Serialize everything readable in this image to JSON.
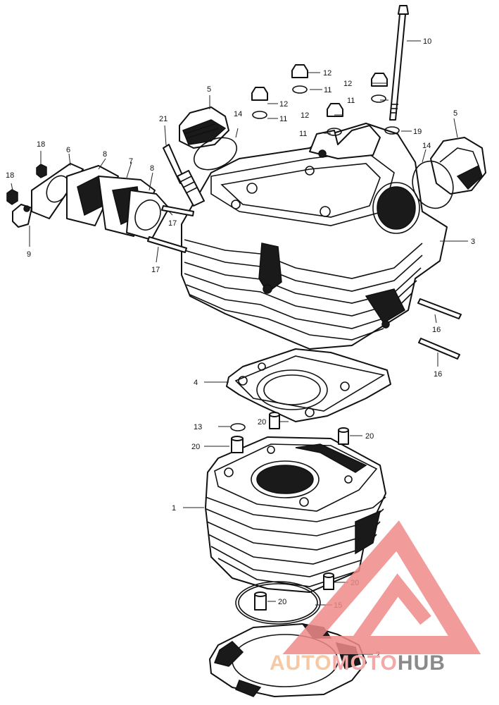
{
  "callouts": [
    {
      "id": "c1",
      "label": "1"
    },
    {
      "id": "c2",
      "label": "2"
    },
    {
      "id": "c3",
      "label": "3"
    },
    {
      "id": "c4",
      "label": "4"
    },
    {
      "id": "c5a",
      "label": "5"
    },
    {
      "id": "c5b",
      "label": "5"
    },
    {
      "id": "c6",
      "label": "6"
    },
    {
      "id": "c7",
      "label": "7"
    },
    {
      "id": "c8a",
      "label": "8"
    },
    {
      "id": "c8b",
      "label": "8"
    },
    {
      "id": "c9",
      "label": "9"
    },
    {
      "id": "c10",
      "label": "10"
    },
    {
      "id": "c11a",
      "label": "11"
    },
    {
      "id": "c11b",
      "label": "11"
    },
    {
      "id": "c11c",
      "label": "11"
    },
    {
      "id": "c11d",
      "label": "11"
    },
    {
      "id": "c12a",
      "label": "12"
    },
    {
      "id": "c12b",
      "label": "12"
    },
    {
      "id": "c12c",
      "label": "12"
    },
    {
      "id": "c12d",
      "label": "12"
    },
    {
      "id": "c13",
      "label": "13"
    },
    {
      "id": "c14a",
      "label": "14"
    },
    {
      "id": "c14b",
      "label": "14"
    },
    {
      "id": "c15",
      "label": "15"
    },
    {
      "id": "c16a",
      "label": "16"
    },
    {
      "id": "c16b",
      "label": "16"
    },
    {
      "id": "c17a",
      "label": "17"
    },
    {
      "id": "c17b",
      "label": "17"
    },
    {
      "id": "c18a",
      "label": "18"
    },
    {
      "id": "c18b",
      "label": "18"
    },
    {
      "id": "c19",
      "label": "19"
    },
    {
      "id": "c20a",
      "label": "20"
    },
    {
      "id": "c20b",
      "label": "20"
    },
    {
      "id": "c20c",
      "label": "20"
    },
    {
      "id": "c20d",
      "label": "20"
    },
    {
      "id": "c20e",
      "label": "20"
    },
    {
      "id": "c21",
      "label": "21"
    }
  ],
  "watermark": {
    "text_part1": "AUTO",
    "text_part2": "MOTO",
    "text_part3": "HUB",
    "color_part1": "#f6c9a4",
    "color_part2": "#f4a8a8",
    "color_part3": "#8a8a8a",
    "logo_color": "#f08a8a"
  }
}
